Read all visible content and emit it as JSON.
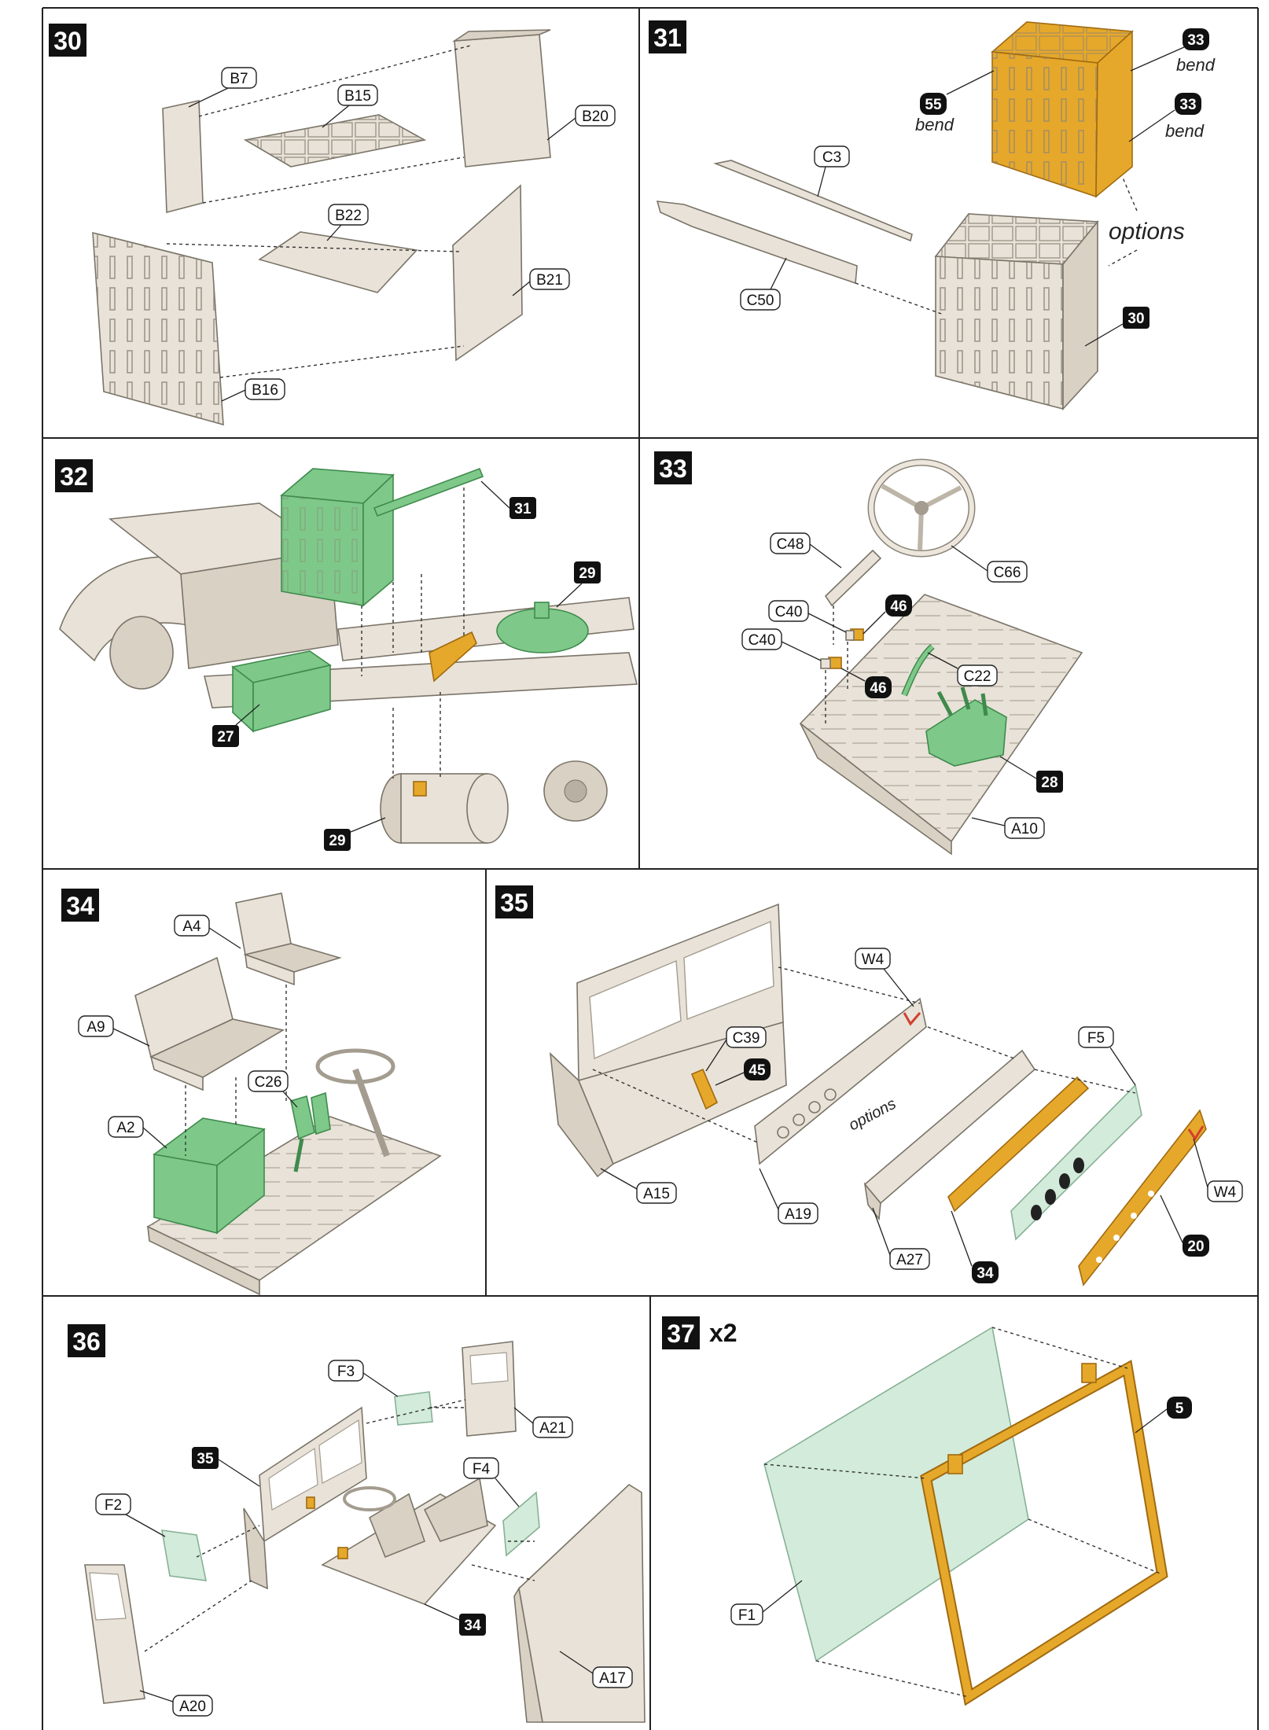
{
  "steps": [
    {
      "number": "30",
      "parts": [
        "B7",
        "B15",
        "B20",
        "B22",
        "B21",
        "B16"
      ]
    },
    {
      "number": "31",
      "parts": [
        "C3",
        "C50"
      ],
      "subassemblies": [
        "33",
        "55",
        "33",
        "30"
      ],
      "notes": [
        "bend",
        "bend",
        "bend",
        "options"
      ]
    },
    {
      "number": "32",
      "subassemblies": [
        "31",
        "29",
        "27",
        "29"
      ]
    },
    {
      "number": "33",
      "parts": [
        "C48",
        "C66",
        "C40",
        "C40",
        "C22",
        "A10"
      ],
      "subassemblies": [
        "46",
        "46",
        "28"
      ]
    },
    {
      "number": "34",
      "parts": [
        "A4",
        "A9",
        "C26",
        "A2"
      ]
    },
    {
      "number": "35",
      "parts": [
        "W4",
        "C39",
        "F5",
        "A15",
        "A19",
        "A27",
        "W4"
      ],
      "subassemblies": [
        "45",
        "34",
        "20"
      ],
      "notes": [
        "options"
      ]
    },
    {
      "number": "36",
      "parts": [
        "F3",
        "A21",
        "F4",
        "F2",
        "A20",
        "A17"
      ],
      "subassemblies": [
        "35",
        "34"
      ]
    },
    {
      "number": "37",
      "multiplier": "x2",
      "parts": [
        "F1"
      ],
      "subassemblies": [
        "5"
      ]
    }
  ],
  "colors": {
    "part": "#e8e2d8",
    "green_highlight": "#7ec98a",
    "orange_highlight": "#e6a82a",
    "glass": "#cfe9d7",
    "number_badge": "#111111"
  }
}
